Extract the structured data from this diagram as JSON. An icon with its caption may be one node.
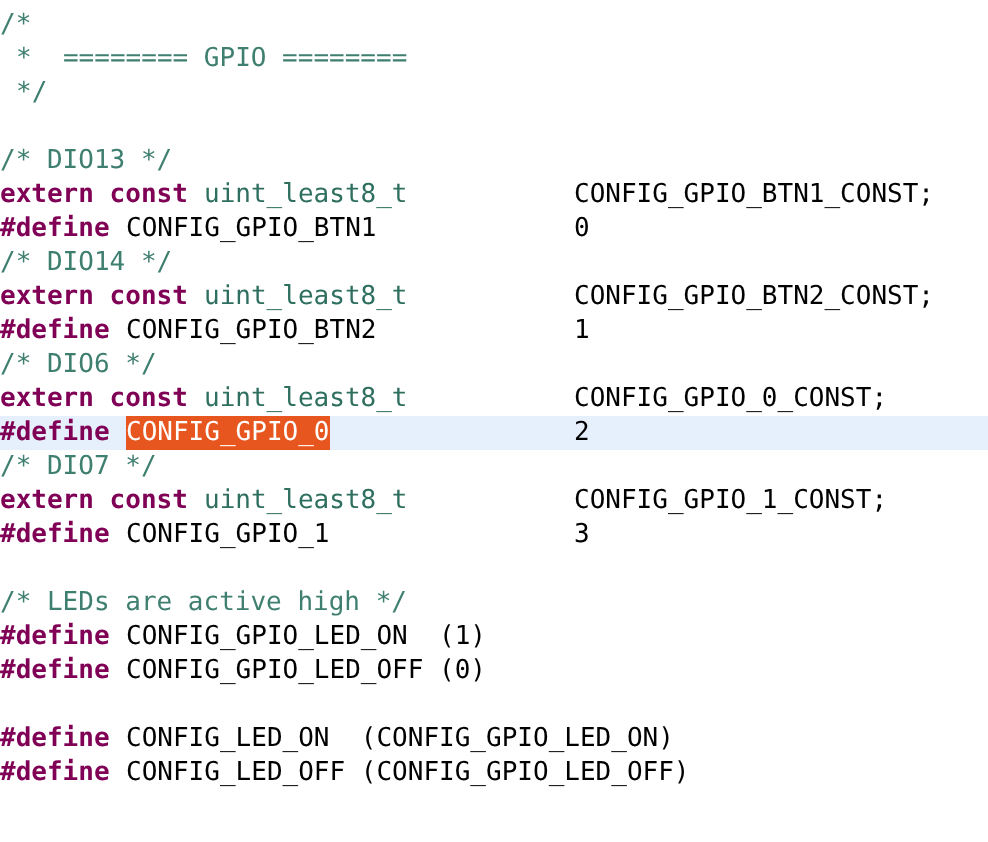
{
  "diagram": {
    "labels": [
      "/*",
      "*  ======== GPIO ========",
      "*/",
      "/* DIO13 */",
      "extern const",
      "uint_least8_t",
      "CONFIG_GPIO_BTN1_CONST;",
      "#define",
      "CONFIG_GPIO_BTN1",
      "0",
      "/* DIO14 */",
      "extern const",
      "uint_least8_t",
      "CONFIG_GPIO_BTN2_CONST;",
      "#define",
      "CONFIG_GPIO_BTN2",
      "1",
      "/* DIO6 */",
      "extern const",
      "uint_least8_t",
      "CONFIG_GPIO_0_CONST;",
      "#define",
      "CONFIG_GPIO_0",
      "2",
      "/* DIO7 */",
      "extern const",
      "uint_least8_t",
      "CONFIG_GPIO_1_CONST;",
      "#define",
      "CONFIG_GPIO_1",
      "3",
      "/* LEDs are active high */",
      "#define",
      "CONFIG_GPIO_LED_ON  (1)",
      "#define",
      "CONFIG_GPIO_LED_OFF (0)",
      "#define",
      "CONFIG_LED_ON  (CONFIG_GPIO_LED_ON)",
      "#define",
      "CONFIG_LED_OFF (CONFIG_GPIO_LED_OFF)"
    ]
  }
}
